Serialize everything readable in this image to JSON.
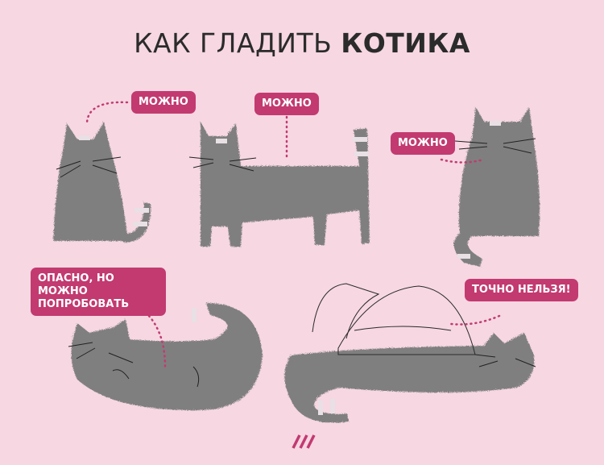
{
  "title": {
    "regular": "КАК ГЛАДИТЬ",
    "bold": "КОТИКА"
  },
  "labels": [
    {
      "text": "МОЖНО"
    },
    {
      "text": "МОЖНО"
    },
    {
      "text": "МОЖНО"
    },
    {
      "text": "ОПАСНО, НО МОЖНО ПОПРОБОВАТЬ"
    },
    {
      "text": "ТОЧНО НЕЛЬЗЯ!"
    }
  ],
  "colors": {
    "background": "#f6d7e2",
    "accent": "#c23a70",
    "cat": "#7d7d7d",
    "text": "#2b2b2b"
  },
  "logo": {
    "icon": "triple-slash-logo"
  }
}
